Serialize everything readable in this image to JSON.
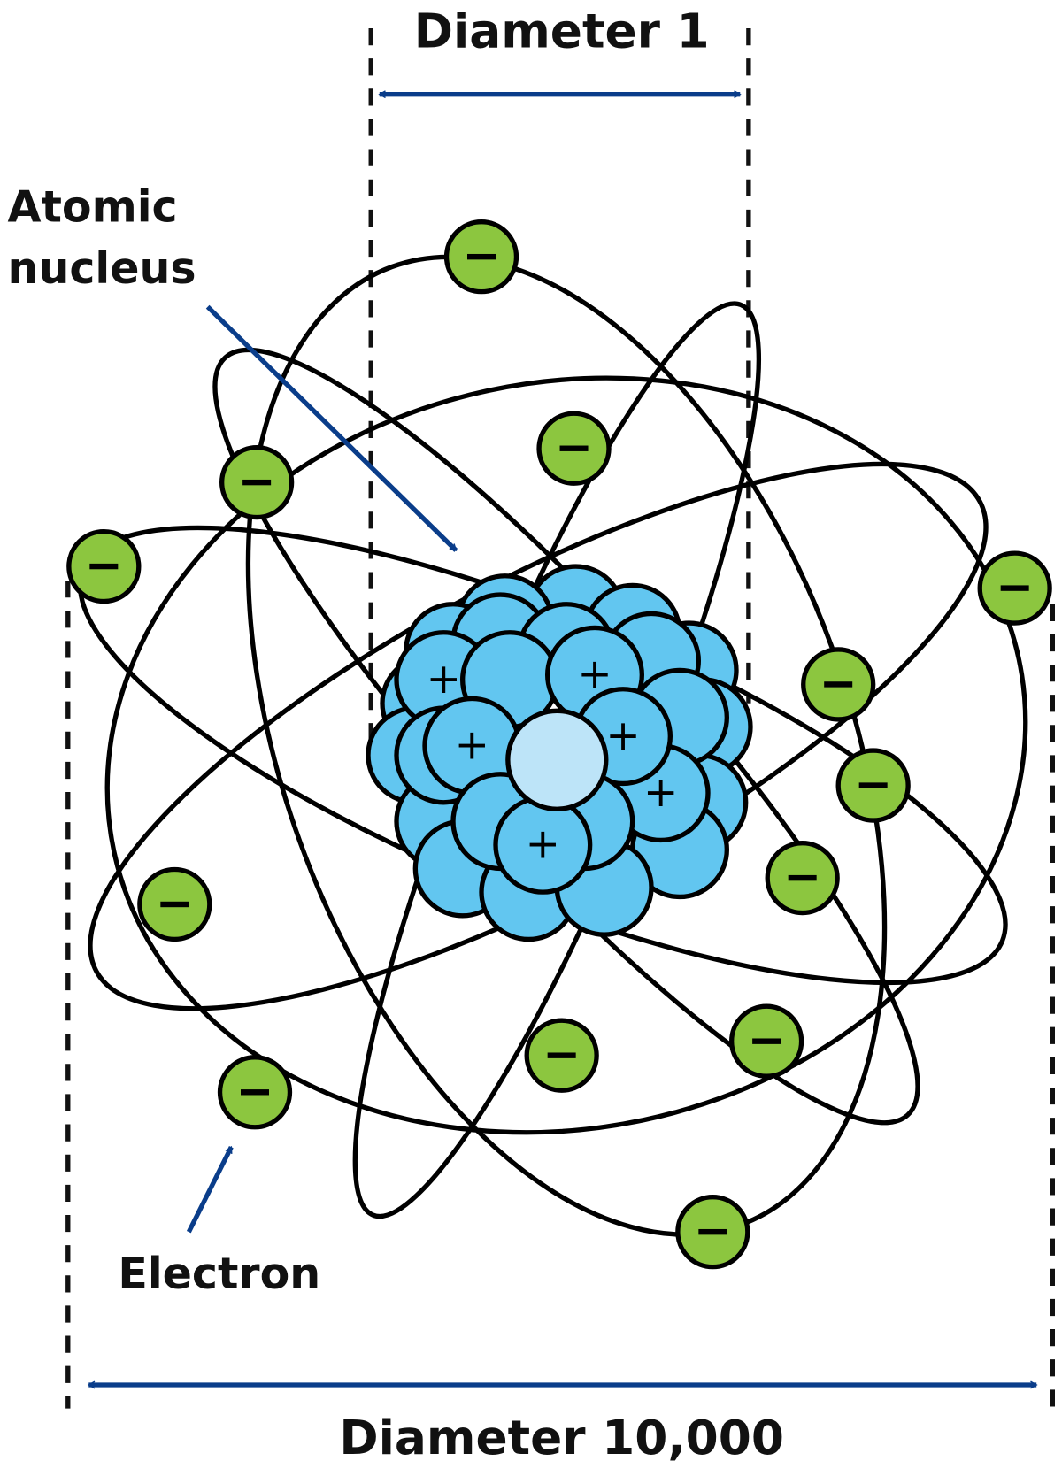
{
  "labels": {
    "diameter_small": "Diameter 1",
    "nucleus_line1": "Atomic",
    "nucleus_line2": "nucleus",
    "electron": "Electron",
    "diameter_large": "Diameter 10,000"
  },
  "symbols": {
    "proton": "+",
    "electron": "−"
  },
  "colors": {
    "proton_fill": "#62c6f0",
    "neutron_core_fill": "#bde4f8",
    "electron_fill": "#8cc63f",
    "arrow": "#0a3d8a",
    "stroke": "#000000"
  },
  "counts": {
    "electrons": 13,
    "orbits": 6
  }
}
